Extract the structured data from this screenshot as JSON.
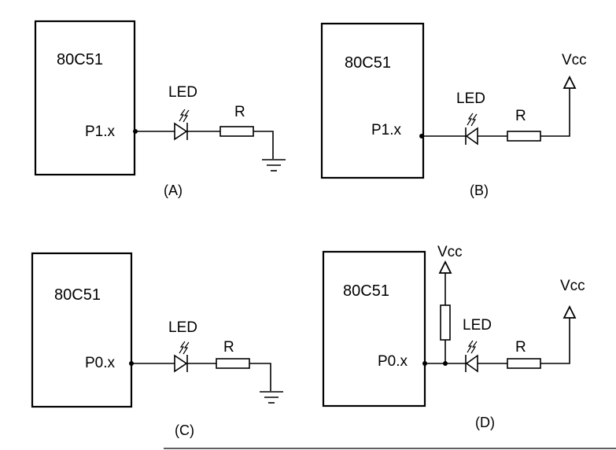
{
  "circuits": [
    {
      "caption": "(A)",
      "chip_label": "80C51",
      "pin_label": "P1.x",
      "led_label": "LED",
      "resistor_label": "R",
      "termination": "ground"
    },
    {
      "caption": "(B)",
      "chip_label": "80C51",
      "pin_label": "P1.x",
      "led_label": "LED",
      "resistor_label": "R",
      "termination": "vcc",
      "vcc_label": "Vcc"
    },
    {
      "caption": "(C)",
      "chip_label": "80C51",
      "pin_label": "P0.x",
      "led_label": "LED",
      "resistor_label": "R",
      "termination": "ground"
    },
    {
      "caption": "(D)",
      "chip_label": "80C51",
      "pin_label": "P0.x",
      "led_label": "LED",
      "resistor_label": "R",
      "termination": "vcc",
      "vcc_label": "Vcc",
      "pullup_vcc_label": "Vcc"
    }
  ],
  "colors": {
    "stroke": "#000000",
    "background": "#ffffff"
  }
}
